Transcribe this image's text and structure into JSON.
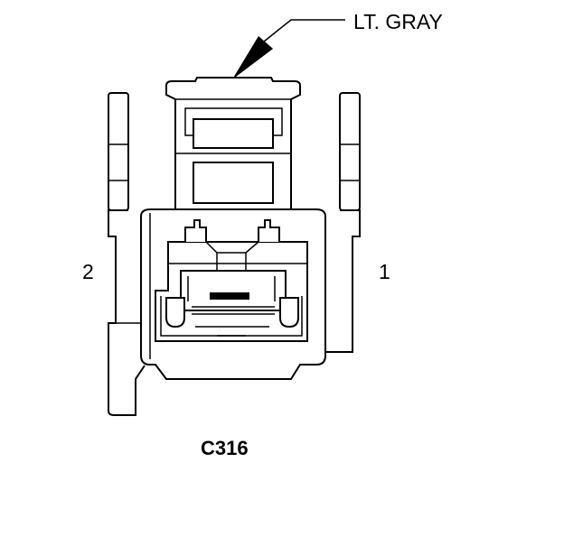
{
  "wire_color_label": "LT. GRAY",
  "pins": {
    "left": "2",
    "right": "1"
  },
  "connector_id": "C316",
  "colors": {
    "line": "#000000",
    "background": "#ffffff"
  }
}
